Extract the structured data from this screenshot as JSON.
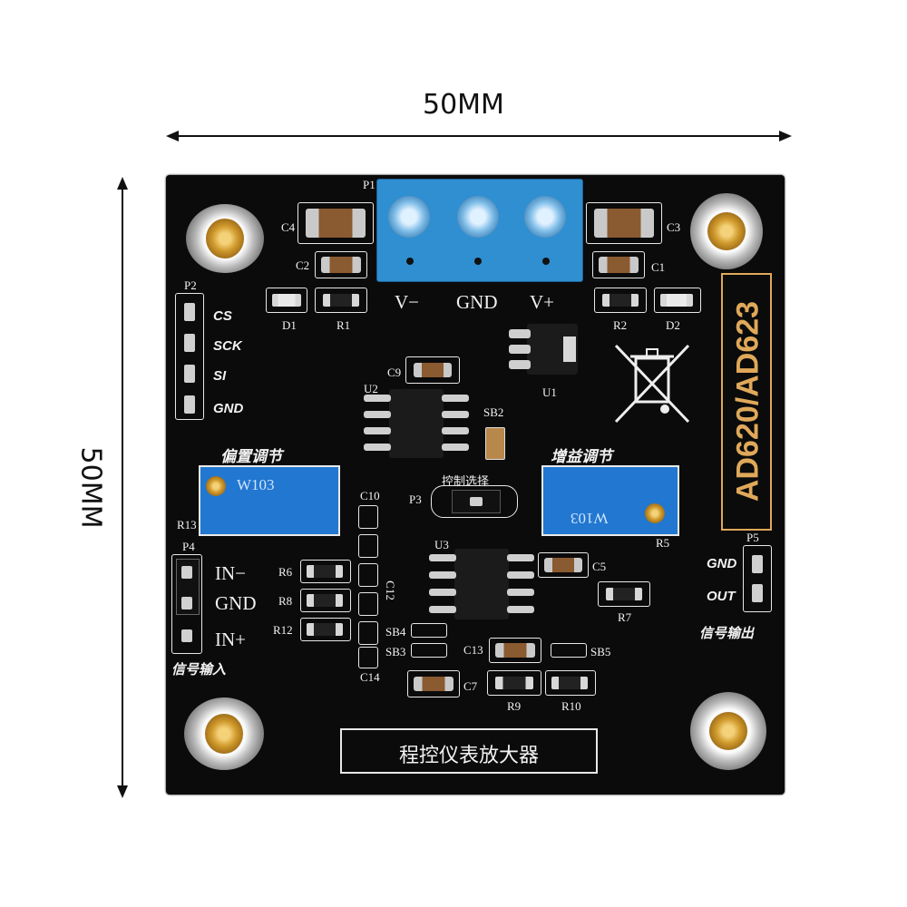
{
  "dimensions": {
    "width_label": "50MM",
    "height_label": "50MM"
  },
  "board": {
    "model_label": "AD620/AD623",
    "title": "程控仪表放大器",
    "terminal": {
      "ref": "P1",
      "labels": [
        "V−",
        "GND",
        "V+"
      ]
    },
    "p2": {
      "ref": "P2",
      "labels": [
        "CS",
        "SCK",
        "SI",
        "GND"
      ]
    },
    "p4": {
      "ref": "P4",
      "labels": [
        "IN−",
        "GND",
        "IN+"
      ],
      "caption": "信号输入"
    },
    "p5": {
      "ref": "P5",
      "labels": [
        "GND",
        "OUT"
      ],
      "caption": "信号输出"
    },
    "p3": {
      "ref": "P3",
      "caption": "控制选择"
    },
    "trim_left": {
      "caption": "偏置调节",
      "ref": "R13",
      "marking": "W103"
    },
    "trim_right": {
      "caption": "增益调节",
      "ref": "R5",
      "marking": "W103"
    },
    "refs": {
      "c1": "C1",
      "c2": "C2",
      "c3": "C3",
      "c4": "C4",
      "c5": "C5",
      "c7": "C7",
      "c9": "C9",
      "c10": "C10",
      "c12": "C12",
      "c13": "C13",
      "c14": "C14",
      "d1": "D1",
      "d2": "D2",
      "r1": "R1",
      "r2": "R2",
      "r6": "R6",
      "r7": "R7",
      "r8": "R8",
      "r9": "R9",
      "r10": "R10",
      "r12": "R12",
      "u1": "U1",
      "u2": "U2",
      "u3": "U3",
      "sb2": "SB2",
      "sb3": "SB3",
      "sb4": "SB4",
      "sb5": "SB5"
    }
  },
  "colors": {
    "board": "#0b0b0b",
    "terminal": "#2f8fd0",
    "trimmer": "#2277d0",
    "gold": "#d09a2c",
    "model_label": "#e0a85a"
  },
  "icons": [
    "weee-crossed-bin-icon"
  ]
}
